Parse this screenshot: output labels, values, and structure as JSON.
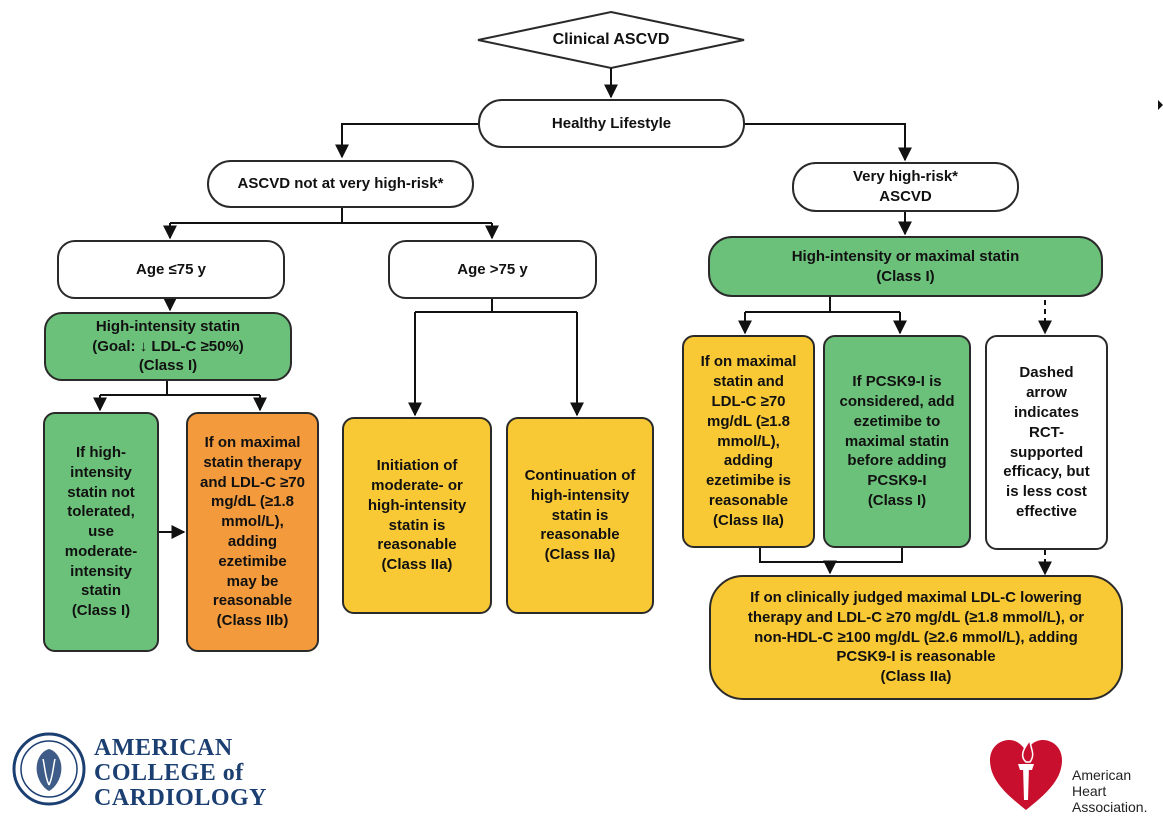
{
  "top": {
    "label": "Clinical ASCVD"
  },
  "lifestyle": {
    "label": "Healthy Lifestyle"
  },
  "left_branch": {
    "lines": [
      "ASCVD not at very high-risk*"
    ]
  },
  "right_branch": {
    "lines": [
      "Very high-risk*",
      "ASCVD"
    ]
  },
  "age_young": {
    "label": "Age ≤75 y"
  },
  "age_old": {
    "label": "Age >75 y"
  },
  "hi_statin_left": {
    "lines": [
      "High-intensity statin",
      "(Goal: ↓ LDL-C ≥50%)",
      "(Class I)"
    ]
  },
  "not_tolerated": {
    "lines": [
      "If high-",
      "intensity",
      "statin not",
      "tolerated,",
      "use",
      "moderate-",
      "intensity",
      "statin",
      "(Class I)"
    ]
  },
  "ezetimibe_left": {
    "lines": [
      "If on maximal",
      "statin therapy",
      "and LDL-C ≥70",
      "mg/dL (≥1.8",
      "mmol/L),",
      "adding",
      "ezetimibe",
      "may be",
      "reasonable",
      "(Class IIb)"
    ]
  },
  "initiation": {
    "lines": [
      "Initiation of",
      "moderate- or",
      "high-intensity",
      "statin is",
      "reasonable",
      "(Class IIa)"
    ]
  },
  "continuation": {
    "lines": [
      "Continuation of",
      "high-intensity",
      "statin is",
      "reasonable",
      "(Class IIa)"
    ]
  },
  "max_statin_right": {
    "lines": [
      "High-intensity or maximal statin",
      "(Class I)"
    ]
  },
  "ezetimibe_right": {
    "lines": [
      "If on maximal",
      "statin and",
      "LDL-C ≥70",
      "mg/dL (≥1.8",
      "mmol/L),",
      "adding",
      "ezetimibe is",
      "reasonable",
      "(Class IIa)"
    ]
  },
  "pcsk9_considered": {
    "lines": [
      "If PCSK9-I is",
      "considered, add",
      "ezetimibe to",
      "maximal statin",
      "before adding",
      "PCSK9-I",
      "(Class I)"
    ]
  },
  "dashed_note": {
    "lines": [
      "Dashed",
      "arrow",
      "indicates",
      "RCT-",
      "supported",
      "efficacy, but",
      "is less cost",
      "effective"
    ]
  },
  "pcsk9_bottom": {
    "lines": [
      "If on clinically judged maximal LDL-C lowering",
      "therapy and LDL-C ≥70 mg/dL (≥1.8 mmol/L), or",
      "non-HDL-C ≥100 mg/dL (≥2.6 mmol/L), adding",
      "PCSK9-I is reasonable",
      "(Class IIa)"
    ]
  },
  "logos": {
    "acc": [
      "AMERICAN",
      "COLLEGE of",
      "CARDIOLOGY"
    ],
    "aha": [
      "American",
      "Heart",
      "Association."
    ]
  },
  "colors": {
    "green": "#6cc17a",
    "yellow": "#f9c935",
    "orange": "#f39a3c",
    "acc_blue": "#1c3f72",
    "aha_red": "#c8102e"
  }
}
